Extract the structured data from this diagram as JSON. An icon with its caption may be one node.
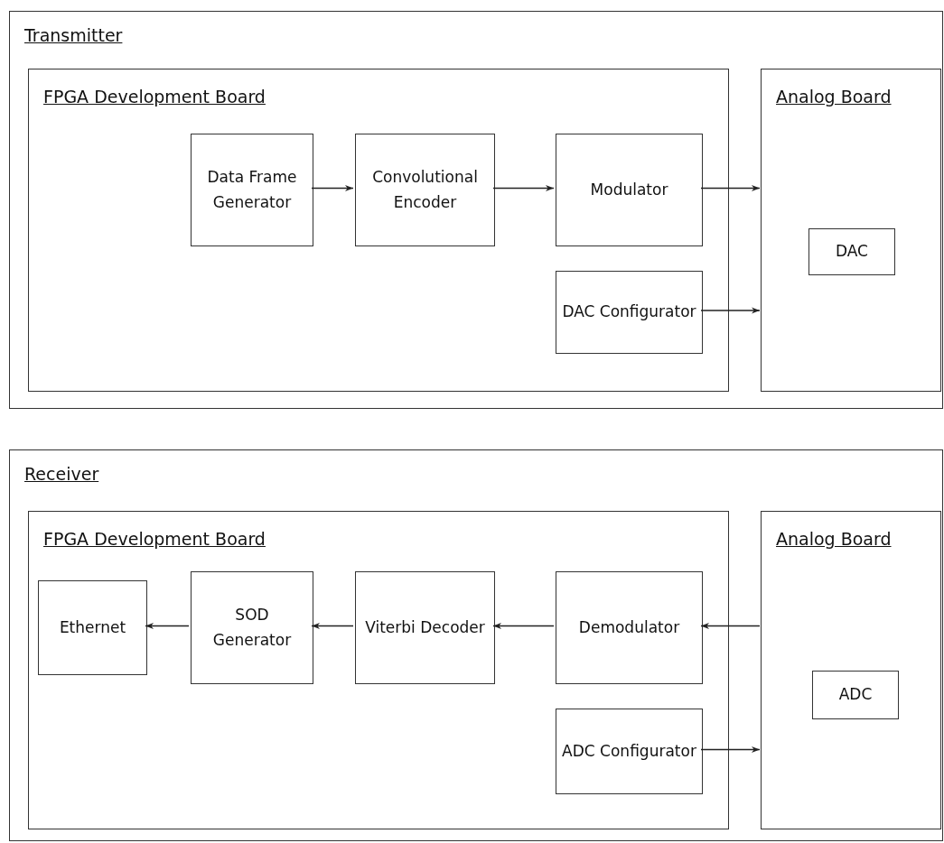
{
  "diagram": {
    "nodes": [
      {
        "text": [
          "Transmitter"
        ]
      },
      {
        "text": [
          "FPGA Development Board"
        ],
        "in": 0
      },
      {
        "text": [
          "Analog Board"
        ],
        "in": 0
      },
      {
        "text": [
          "Data Frame Generator"
        ],
        "in": 1
      },
      {
        "text": [
          "Convolutional Encoder"
        ],
        "in": 1
      },
      {
        "text": [
          "Modulator"
        ],
        "in": 1
      },
      {
        "text": [
          "DAC Configurator"
        ],
        "in": 1
      },
      {
        "text": [
          "DAC"
        ],
        "in": 2
      },
      {
        "text": [
          "Receiver"
        ]
      },
      {
        "text": [
          "FPGA Development Board"
        ],
        "in": 8
      },
      {
        "text": [
          "Analog Board"
        ],
        "in": 8
      },
      {
        "text": [
          "Ethernet"
        ],
        "in": 9
      },
      {
        "text": [
          "SOD Generator"
        ],
        "in": 9
      },
      {
        "text": [
          "Viterbi Decoder"
        ],
        "in": 9
      },
      {
        "text": [
          "Demodulator"
        ],
        "in": 9
      },
      {
        "text": [
          "ADC Configurator"
        ],
        "in": 9
      },
      {
        "text": [
          "ADC"
        ],
        "in": 10
      }
    ],
    "edges": [
      {
        "from": 3,
        "to": 4,
        "arrow": "to"
      },
      {
        "from": 4,
        "to": 5,
        "arrow": "to"
      },
      {
        "from": 5,
        "to": 2,
        "arrow": "to"
      },
      {
        "from": 6,
        "to": 2,
        "arrow": "to"
      },
      {
        "from": 10,
        "to": 14,
        "arrow": "to"
      },
      {
        "from": 14,
        "to": 13,
        "arrow": "to"
      },
      {
        "from": 13,
        "to": 12,
        "arrow": "to"
      },
      {
        "from": 12,
        "to": 11,
        "arrow": "to"
      },
      {
        "from": 15,
        "to": 10,
        "arrow": "to"
      }
    ]
  }
}
